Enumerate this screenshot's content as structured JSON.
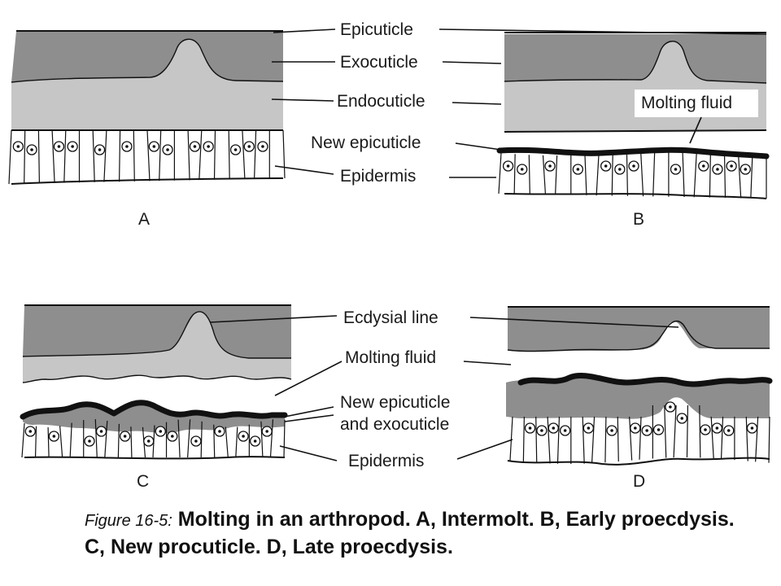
{
  "labels": {
    "epicuticle": "Epicuticle",
    "exocuticle": "Exocuticle",
    "endocuticle": "Endocuticle",
    "molting_fluid_b": "Molting fluid",
    "new_epicuticle": "New epicuticle",
    "epidermis_top": "Epidermis",
    "ecdysial_line": "Ecdysial line",
    "molting_fluid_c": "Molting fluid",
    "new_epi_exo_line1": "New epicuticle",
    "new_epi_exo_line2": "and exocuticle",
    "epidermis_bottom": "Epidermis"
  },
  "panels": {
    "a": "A",
    "b": "B",
    "c": "C",
    "d": "D"
  },
  "caption": {
    "figure_ref": "Figure 16-5:",
    "text": "Molting in an arthropod.  A, Intermolt.  B, Early proecdysis.  C, New procuticle.  D, Late proecdysis."
  },
  "colors": {
    "exocuticle": "#8e8e8e",
    "endocuticle": "#c6c6c6",
    "ink": "#111111"
  }
}
